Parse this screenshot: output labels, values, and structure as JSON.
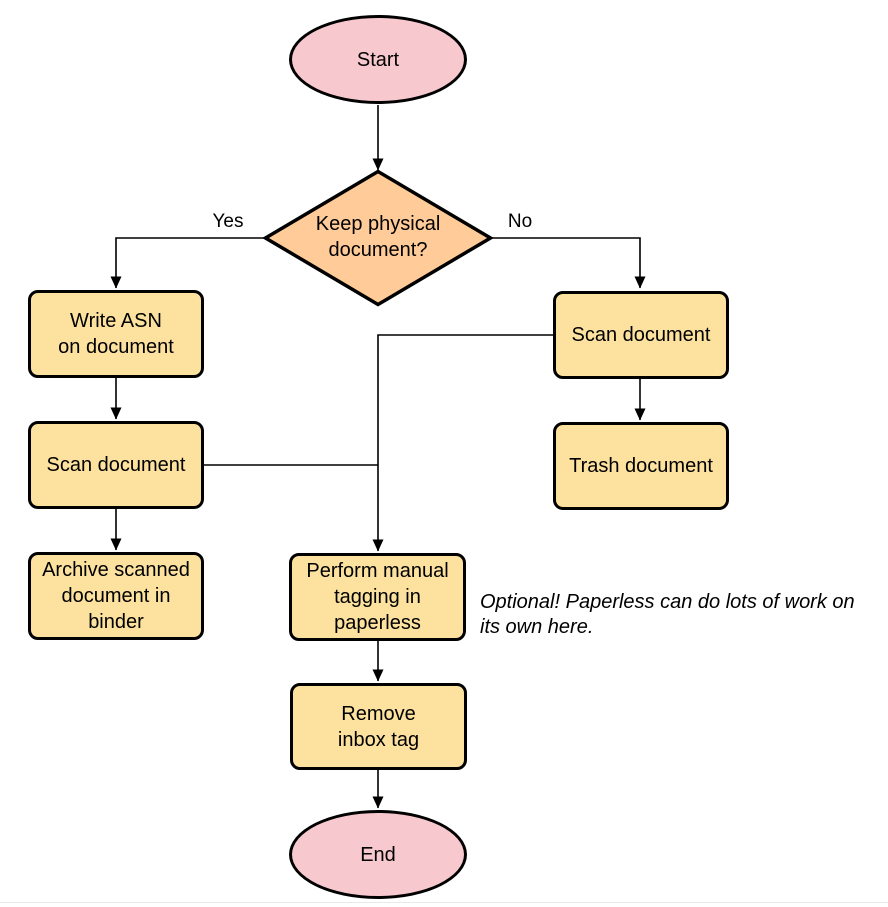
{
  "diagram": {
    "nodes": {
      "start": {
        "type": "terminator",
        "label": [
          "Start"
        ]
      },
      "decision": {
        "type": "decision",
        "label": [
          "Keep physical",
          "document?"
        ]
      },
      "write_asn": {
        "type": "process",
        "label": [
          "Write ASN",
          "on document"
        ]
      },
      "scan_left": {
        "type": "process",
        "label": [
          "Scan document"
        ]
      },
      "archive": {
        "type": "process",
        "label": [
          "Archive scanned",
          "document in",
          "binder"
        ]
      },
      "scan_right": {
        "type": "process",
        "label": [
          "Scan document"
        ]
      },
      "trash": {
        "type": "process",
        "label": [
          "Trash document"
        ]
      },
      "tagging": {
        "type": "process",
        "label": [
          "Perform manual",
          "tagging in",
          "paperless"
        ]
      },
      "remove_inbox": {
        "type": "process",
        "label": [
          "Remove",
          "inbox tag"
        ]
      },
      "end": {
        "type": "terminator",
        "label": [
          "End"
        ]
      }
    },
    "edge_labels": {
      "yes": "Yes",
      "no": "No"
    },
    "annotation": [
      "Optional! Paperless can do lots of work on",
      "its own here."
    ],
    "colors": {
      "terminator_fill": "#f7c9ce",
      "decision_fill": "#ffcc99",
      "process_fill": "#fce29e",
      "stroke": "#000000"
    }
  }
}
